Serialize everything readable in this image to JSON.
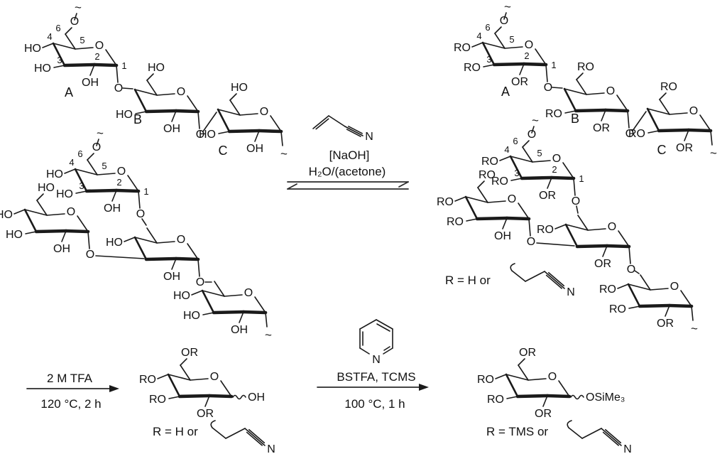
{
  "figure": {
    "kind": "chemical-reaction-scheme",
    "background": "#ffffff",
    "line_color": "#1a1a1a"
  },
  "molecule_labels": {
    "O": "O",
    "HO": "HO",
    "OH": "OH",
    "RO": "RO",
    "OR": "OR",
    "N": "N",
    "tilde": "~",
    "ring_A": "A",
    "ring_B": "B",
    "ring_C": "C",
    "n1": "1",
    "n2": "2",
    "n3": "3",
    "n4": "4",
    "n5": "5",
    "n6": "6",
    "anomeric_oh": "OH",
    "osime3": "OSiMe₃"
  },
  "reagents": {
    "naoh": "[NaOH]",
    "solvent": "H₂O/(acetone)",
    "tfa_line1": "2 M TFA",
    "tfa_line2": "120 °C, 2 h",
    "silylation_line1": "BSTFA, TCMS",
    "silylation_line2": "100 °C, 1 h"
  },
  "r_definitions": {
    "mid": "R =  H or",
    "bottom_left": "R = H or",
    "bottom_right": "R = TMS or"
  }
}
